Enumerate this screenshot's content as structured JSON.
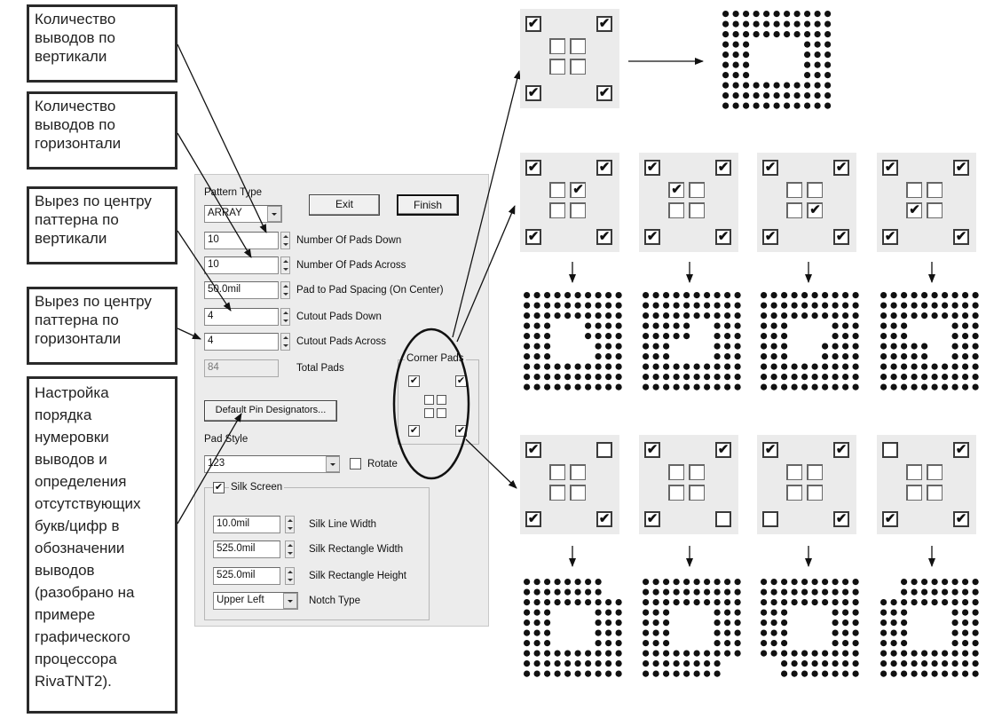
{
  "callouts": [
    {
      "lines": [
        "Количество",
        "выводов по",
        "вертикали"
      ]
    },
    {
      "lines": [
        "Количество",
        "выводов по",
        "горизонтали"
      ]
    },
    {
      "lines": [
        "Вырез по центру",
        "паттерна по",
        "вертикали"
      ]
    },
    {
      "lines": [
        "Вырез по центру",
        "паттерна по",
        "горизонтали"
      ]
    },
    {
      "lines": [
        "Настройка",
        "порядка",
        "нумеровки",
        "выводов и",
        "определения",
        "отсутствующих",
        "букв/цифр в",
        "обозначении",
        "выводов",
        "(разобрано на",
        "примере",
        "графического",
        "процессора",
        "RivaTNT2)."
      ]
    }
  ],
  "dialog": {
    "pattern_type_label": "Pattern Type",
    "pattern_type_value": "ARRAY",
    "exit_label": "Exit",
    "finish_label": "Finish",
    "pads_down_value": "10",
    "pads_down_label": "Number Of Pads Down",
    "pads_across_value": "10",
    "pads_across_label": "Number Of Pads Across",
    "spacing_value": "50.0mil",
    "spacing_label": "Pad to Pad Spacing (On Center)",
    "cutout_down_value": "4",
    "cutout_down_label": "Cutout Pads Down",
    "cutout_across_value": "4",
    "cutout_across_label": "Cutout Pads Across",
    "total_value": "84",
    "total_label": "Total Pads",
    "corner_pads_label": "Corner Pads",
    "default_pin_label": "Default Pin Designators...",
    "pad_style_label": "Pad Style",
    "pad_style_value": "123",
    "rotate_label": "Rotate",
    "silk_screen_label": "Silk Screen",
    "silk_line_value": "10.0mil",
    "silk_line_label": "Silk Line Width",
    "silk_rect_w_value": "525.0mil",
    "silk_rect_w_label": "Silk Rectangle Width",
    "silk_rect_h_value": "525.0mil",
    "silk_rect_h_label": "Silk Rectangle Height",
    "notch_value": "Upper Left",
    "notch_label": "Notch Type"
  },
  "examples": {
    "top": {
      "corners": [
        true,
        true,
        true,
        true
      ],
      "inner": [
        false,
        false,
        false,
        false
      ]
    },
    "middle": [
      {
        "corners": [
          true,
          true,
          true,
          true
        ],
        "inner": [
          false,
          true,
          false,
          false
        ]
      },
      {
        "corners": [
          true,
          true,
          true,
          true
        ],
        "inner": [
          true,
          false,
          false,
          false
        ]
      },
      {
        "corners": [
          true,
          true,
          true,
          true
        ],
        "inner": [
          false,
          false,
          false,
          true
        ]
      },
      {
        "corners": [
          true,
          true,
          true,
          true
        ],
        "inner": [
          false,
          false,
          true,
          false
        ]
      }
    ],
    "bottom": [
      {
        "corners": [
          true,
          false,
          true,
          true
        ],
        "inner": [
          false,
          false,
          false,
          false
        ]
      },
      {
        "corners": [
          true,
          true,
          true,
          false
        ],
        "inner": [
          false,
          false,
          false,
          false
        ]
      },
      {
        "corners": [
          true,
          true,
          false,
          true
        ],
        "inner": [
          false,
          false,
          false,
          false
        ]
      },
      {
        "corners": [
          false,
          true,
          true,
          true
        ],
        "inner": [
          false,
          false,
          false,
          false
        ]
      }
    ]
  }
}
